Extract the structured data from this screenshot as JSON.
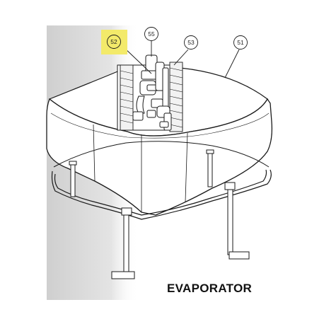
{
  "diagram": {
    "title": "EVAPORATOR",
    "highlight_color": "#f3ea6a",
    "line_color": "#1a1a1a",
    "background_panel_color": "#d9d9d9",
    "callouts": [
      {
        "id": "52",
        "label": "52",
        "highlighted": true
      },
      {
        "id": "55",
        "label": "55",
        "highlighted": false
      },
      {
        "id": "53",
        "label": "53",
        "highlighted": false
      },
      {
        "id": "51",
        "label": "51",
        "highlighted": false
      }
    ]
  }
}
